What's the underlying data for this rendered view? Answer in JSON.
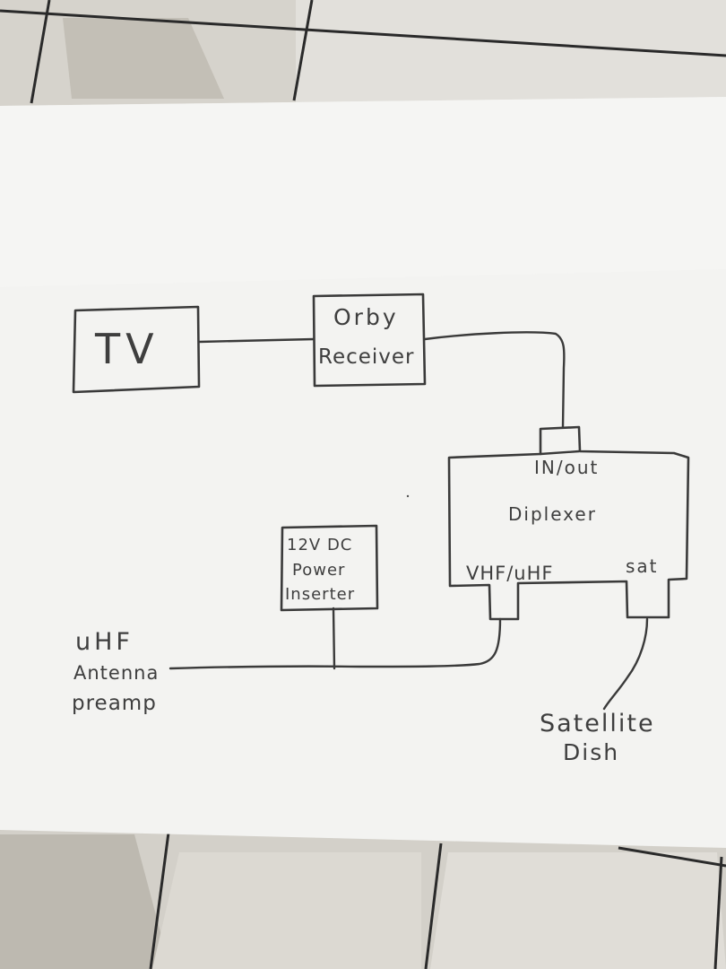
{
  "diagram": {
    "nodes": {
      "tv": {
        "label": "TV"
      },
      "receiver": {
        "line1": "Orby",
        "line2": "Receiver"
      },
      "diplexer": {
        "port_in_out": "IN/out",
        "title": "Diplexer",
        "port_vhf_uhf": "VHF/uHF",
        "port_sat": "sat"
      },
      "power_inserter": {
        "line1": "12V DC",
        "line2": "Power",
        "line3": "Inserter"
      },
      "antenna": {
        "line1": "uHF",
        "line2": "Antenna",
        "line3": "preamp"
      },
      "satellite": {
        "line1": "Satellite",
        "line2": "Dish"
      }
    },
    "edges": [
      {
        "from": "tv",
        "to": "receiver"
      },
      {
        "from": "receiver",
        "to": "diplexer.in_out"
      },
      {
        "from": "antenna",
        "to": "diplexer.vhf_uhf"
      },
      {
        "from": "power_inserter",
        "to": "antenna-line"
      },
      {
        "from": "diplexer.sat",
        "to": "satellite"
      }
    ]
  },
  "colors": {
    "paper": "#f3f3f1",
    "ink": "#3a3a3a",
    "floor_tile": "#d2cfc8",
    "grout": "#2a2a2a"
  }
}
